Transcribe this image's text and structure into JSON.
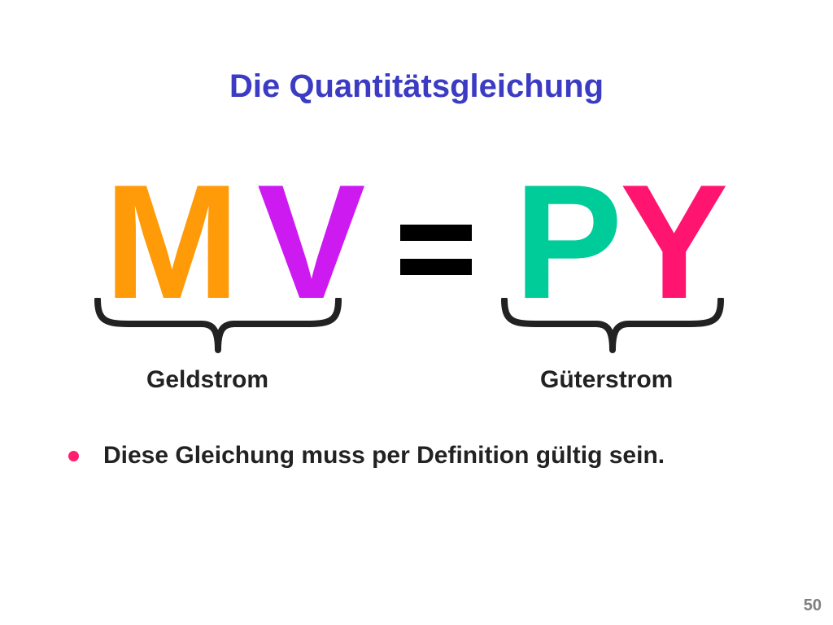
{
  "slide": {
    "title": "Die Quantitätsgleichung",
    "equation": {
      "m": {
        "text": "M",
        "color": "#ff9a08"
      },
      "v": {
        "text": "V",
        "color": "#cc1af0"
      },
      "p": {
        "text": "P",
        "color": "#00cc99"
      },
      "y": {
        "text": "Y",
        "color": "#ff1470"
      }
    },
    "labels": {
      "left": "Geldstrom",
      "right": "Güterstrom"
    },
    "bullet": {
      "text": "Diese Gleichung muss per Definition gültig sein.",
      "color": "#ff1f6e"
    },
    "page_number": "50"
  }
}
